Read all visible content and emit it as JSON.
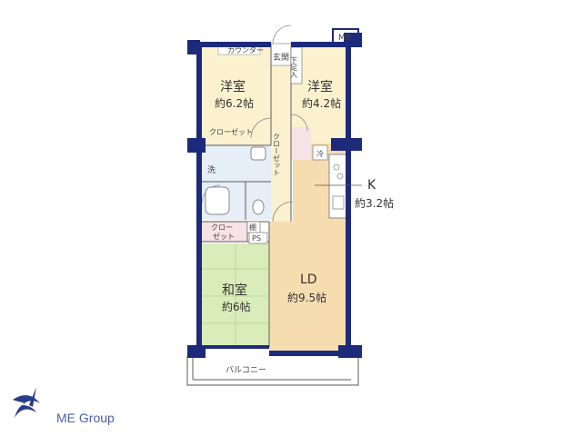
{
  "rooms": {
    "western_left": {
      "name": "洋室",
      "size": "約6.2帖"
    },
    "western_right": {
      "name": "洋室",
      "size": "約4.2帖"
    },
    "japanese": {
      "name": "和室",
      "size": "約6帖"
    },
    "ld": {
      "name": "LD",
      "size": "約9.5帖"
    },
    "kitchen": {
      "name": "K",
      "size": "約3.2帖"
    }
  },
  "labels": {
    "counter": "カウンター",
    "mb": "MB",
    "entrance": "玄関",
    "shoe_rack": "下足入",
    "closet_left": "クローゼット",
    "closet_center": "クローゼット",
    "fridge": "冷",
    "wash": "洗",
    "closet_lower_top": "クロー",
    "closet_lower_bottom": "ゼット",
    "shelf": "棚",
    "ps": "PS",
    "balcony": "バルコニー"
  },
  "brand": "ME Group",
  "colors": {
    "wall": "#1d2a7a",
    "western_floor": "#fbf1cf",
    "tatami": "#d9ecb9",
    "ld_floor": "#f6ddb0",
    "wet_area": "#e6eef8",
    "closet": "#f7e2e6",
    "brand": "#4a5fa8"
  }
}
